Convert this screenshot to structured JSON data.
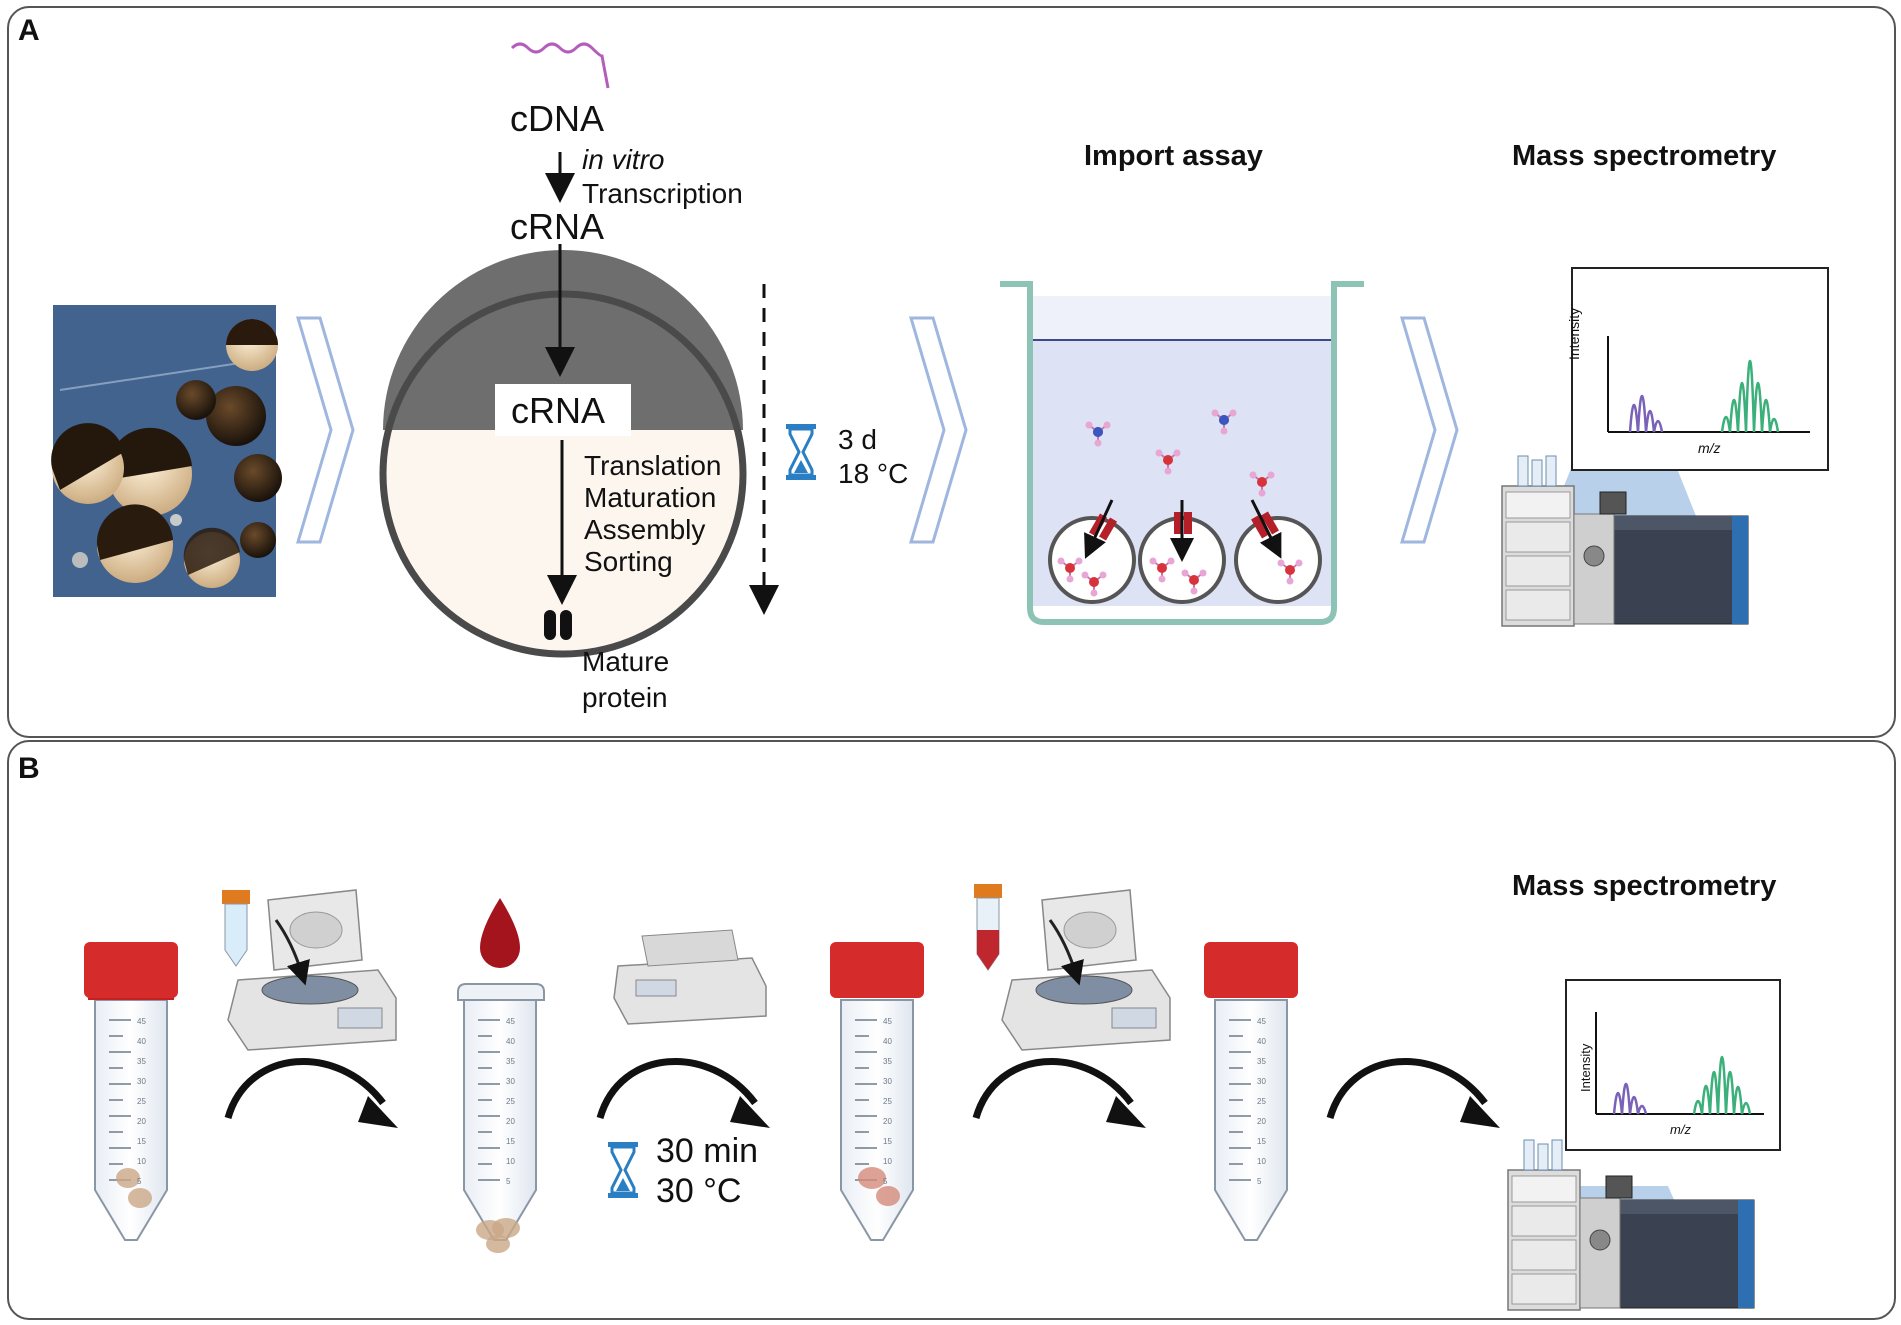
{
  "panel_a": {
    "label": "A",
    "cdna": "cDNA",
    "step_ivt_italic": "in vitro",
    "step_ivt": "Transcription",
    "crna_top": "cRNA",
    "crna_box": "cRNA",
    "oocyte_steps": [
      "Translation",
      "Maturation",
      "Assembly",
      "Sorting"
    ],
    "mature_1": "Mature",
    "mature_2": "protein",
    "incubation_time": "3 d",
    "incubation_temp": "18 °C",
    "import_title": "Import assay",
    "ms_title": "Mass spectrometry",
    "ms_ylabel": "Intensity",
    "ms_xlabel": "m/z"
  },
  "panel_b": {
    "label": "B",
    "incubation_time": "30 min",
    "incubation_temp": "30 °C",
    "ms_title": "Mass spectrometry",
    "ms_ylabel": "Intensity",
    "ms_xlabel": "m/z",
    "tube_scale": [
      "45",
      "40",
      "35",
      "30",
      "25",
      "20",
      "15",
      "10",
      "5"
    ]
  },
  "colors": {
    "chevron": "#9fb6df",
    "hourglass": "#2a7fc4",
    "purple_peaks": "#7a62b8",
    "green_peaks": "#3cb07a",
    "tube_cap": "#d62b2b",
    "blood": "#a3141d",
    "buffer_yellow": "#f5e3a2",
    "oocyte_dark": "#6e6e6e",
    "oocyte_light": "#fdf6ef"
  }
}
